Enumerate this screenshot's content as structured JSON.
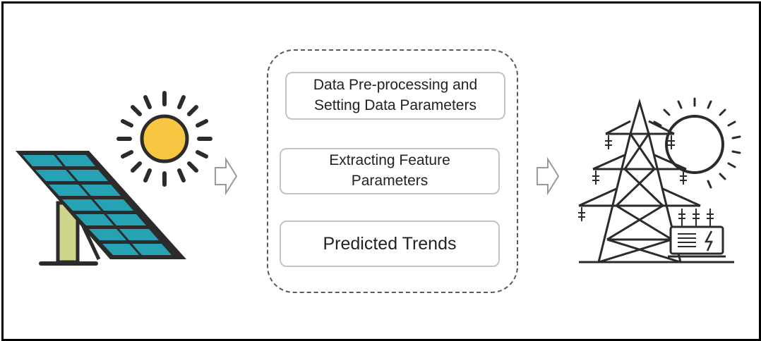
{
  "steps": [
    {
      "label": "Data Pre-processing and\nSetting Data Parameters"
    },
    {
      "label": "Extracting Feature\nParameters"
    },
    {
      "label": "Predicted Trends"
    }
  ],
  "icons": {
    "left": "solar-panel-with-sun-icon",
    "right": "transmission-tower-with-sun-icon",
    "arrows": "hollow-right-arrow-icon"
  },
  "colors": {
    "panel_cell": "#27a1b4",
    "panel_stand": "#cfd58a",
    "sun_fill": "#f9c642",
    "outline": "#2b2b2b"
  }
}
